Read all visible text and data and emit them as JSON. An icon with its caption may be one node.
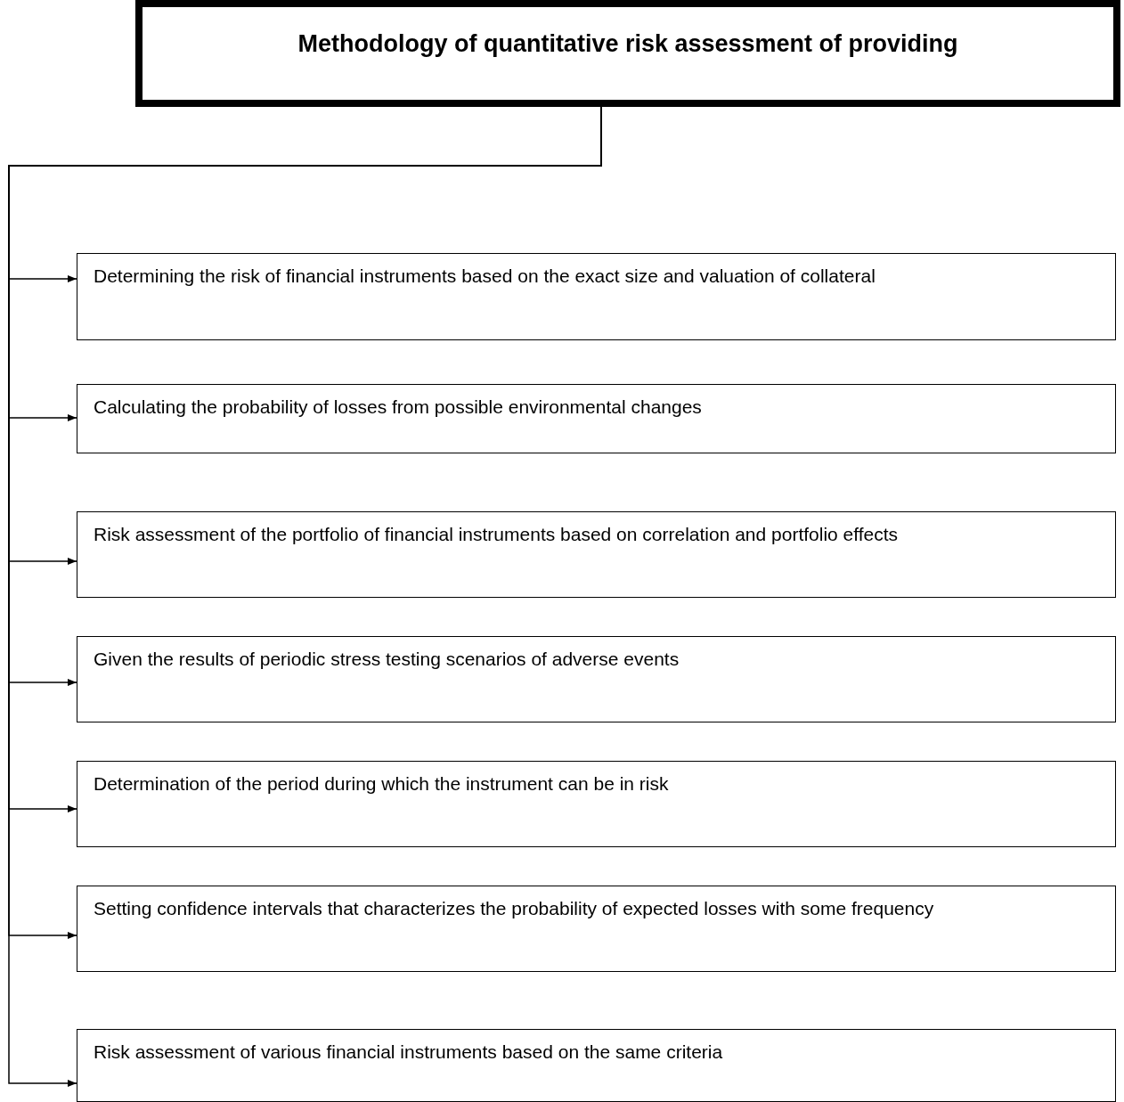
{
  "diagram": {
    "nodes": [
      {
        "text": [
          "Methodology of quantitative risk assessment of providing"
        ]
      },
      {
        "text": [
          "Determining the risk of financial instruments based on the exact size and valuation of collateral"
        ]
      },
      {
        "text": [
          "Calculating the probability of losses from possible environmental changes"
        ]
      },
      {
        "text": [
          "Risk assessment of the portfolio of financial instruments based on correlation and portfolio effects"
        ]
      },
      {
        "text": [
          "Given the results of periodic stress testing scenarios of adverse events"
        ]
      },
      {
        "text": [
          "Determination of the period during which the instrument can be in risk"
        ]
      },
      {
        "text": [
          "Setting confidence intervals that characterizes the probability of expected losses with some frequency"
        ]
      },
      {
        "text": [
          "Risk assessment of various financial instruments based on the same criteria"
        ]
      }
    ],
    "edges": [
      {
        "from": 0,
        "to": 1,
        "arrow": "to"
      },
      {
        "from": 0,
        "to": 2,
        "arrow": "to"
      },
      {
        "from": 0,
        "to": 3,
        "arrow": "to"
      },
      {
        "from": 0,
        "to": 4,
        "arrow": "to"
      },
      {
        "from": 0,
        "to": 5,
        "arrow": "to"
      },
      {
        "from": 0,
        "to": 6,
        "arrow": "to"
      },
      {
        "from": 0,
        "to": 7,
        "arrow": "to"
      }
    ]
  }
}
